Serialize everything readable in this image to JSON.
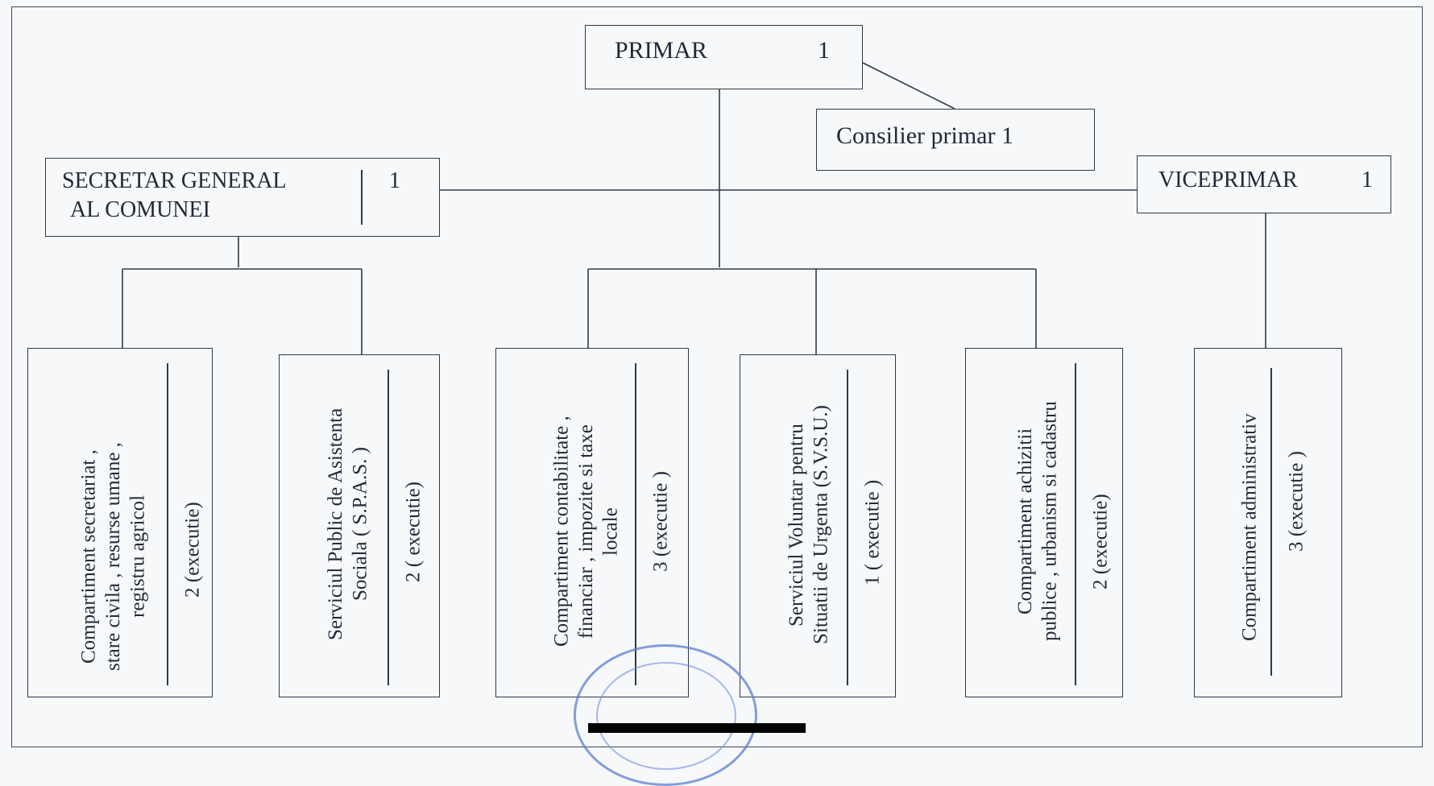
{
  "top": {
    "primar": {
      "title": "PRIMAR",
      "count": "1"
    },
    "consilier": {
      "title": "Consilier primar 1"
    },
    "secretar": {
      "line1": "SECRETAR GENERAL",
      "line2": "AL COMUNEI",
      "count": "1"
    },
    "viceprimar": {
      "title": "VICEPRIMAR",
      "count": "1"
    }
  },
  "compartments": [
    {
      "lines": [
        "Compartiment secretariat ,",
        "stare civila , resurse umane ,",
        "registru agricol"
      ],
      "staff": "2 (executie)"
    },
    {
      "lines": [
        "Serviciul Public de Asistenta",
        "Sociala ( S.P.A.S. )"
      ],
      "staff": "2 ( executie)"
    },
    {
      "lines": [
        "Compartiment contabilitate ,",
        "financiar , impozite si taxe",
        "locale"
      ],
      "staff": "3 (executie )"
    },
    {
      "lines": [
        "Serviciul Voluntar pentru",
        "Situatii de Urgenta (S.V.S.U.)"
      ],
      "staff": "1 ( executie )"
    },
    {
      "lines": [
        "Compartiment achizitii",
        "publice , urbanism si cadastru"
      ],
      "staff": "2 (executie)"
    },
    {
      "lines": [
        "Compartiment administrativ"
      ],
      "staff": "3 (executie )"
    }
  ]
}
